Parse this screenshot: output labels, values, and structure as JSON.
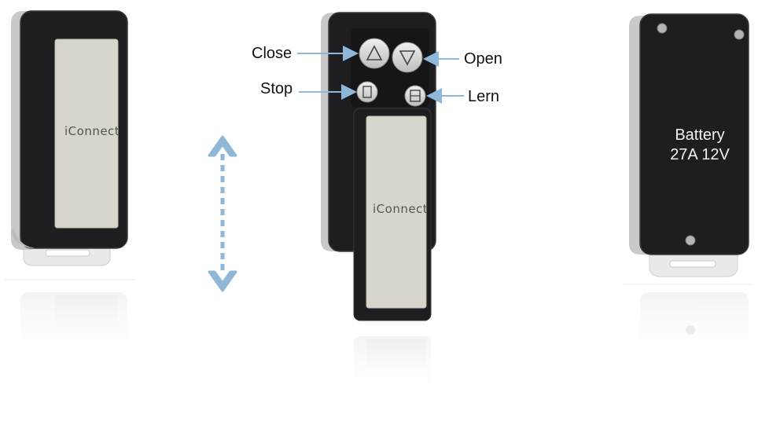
{
  "brand": {
    "left_remote": "iConnect",
    "middle_remote": "iConnect"
  },
  "buttons": {
    "close": "Close",
    "open": "Open",
    "stop": "Stop",
    "lern": "Lern"
  },
  "battery": {
    "line1": "Battery",
    "line2": "27A 12V"
  },
  "colors": {
    "body": "#1e1e20",
    "panel": "#d8d6cc",
    "side_grey": "#c9c9c9",
    "arrow_blue": "#8fb8d8"
  }
}
